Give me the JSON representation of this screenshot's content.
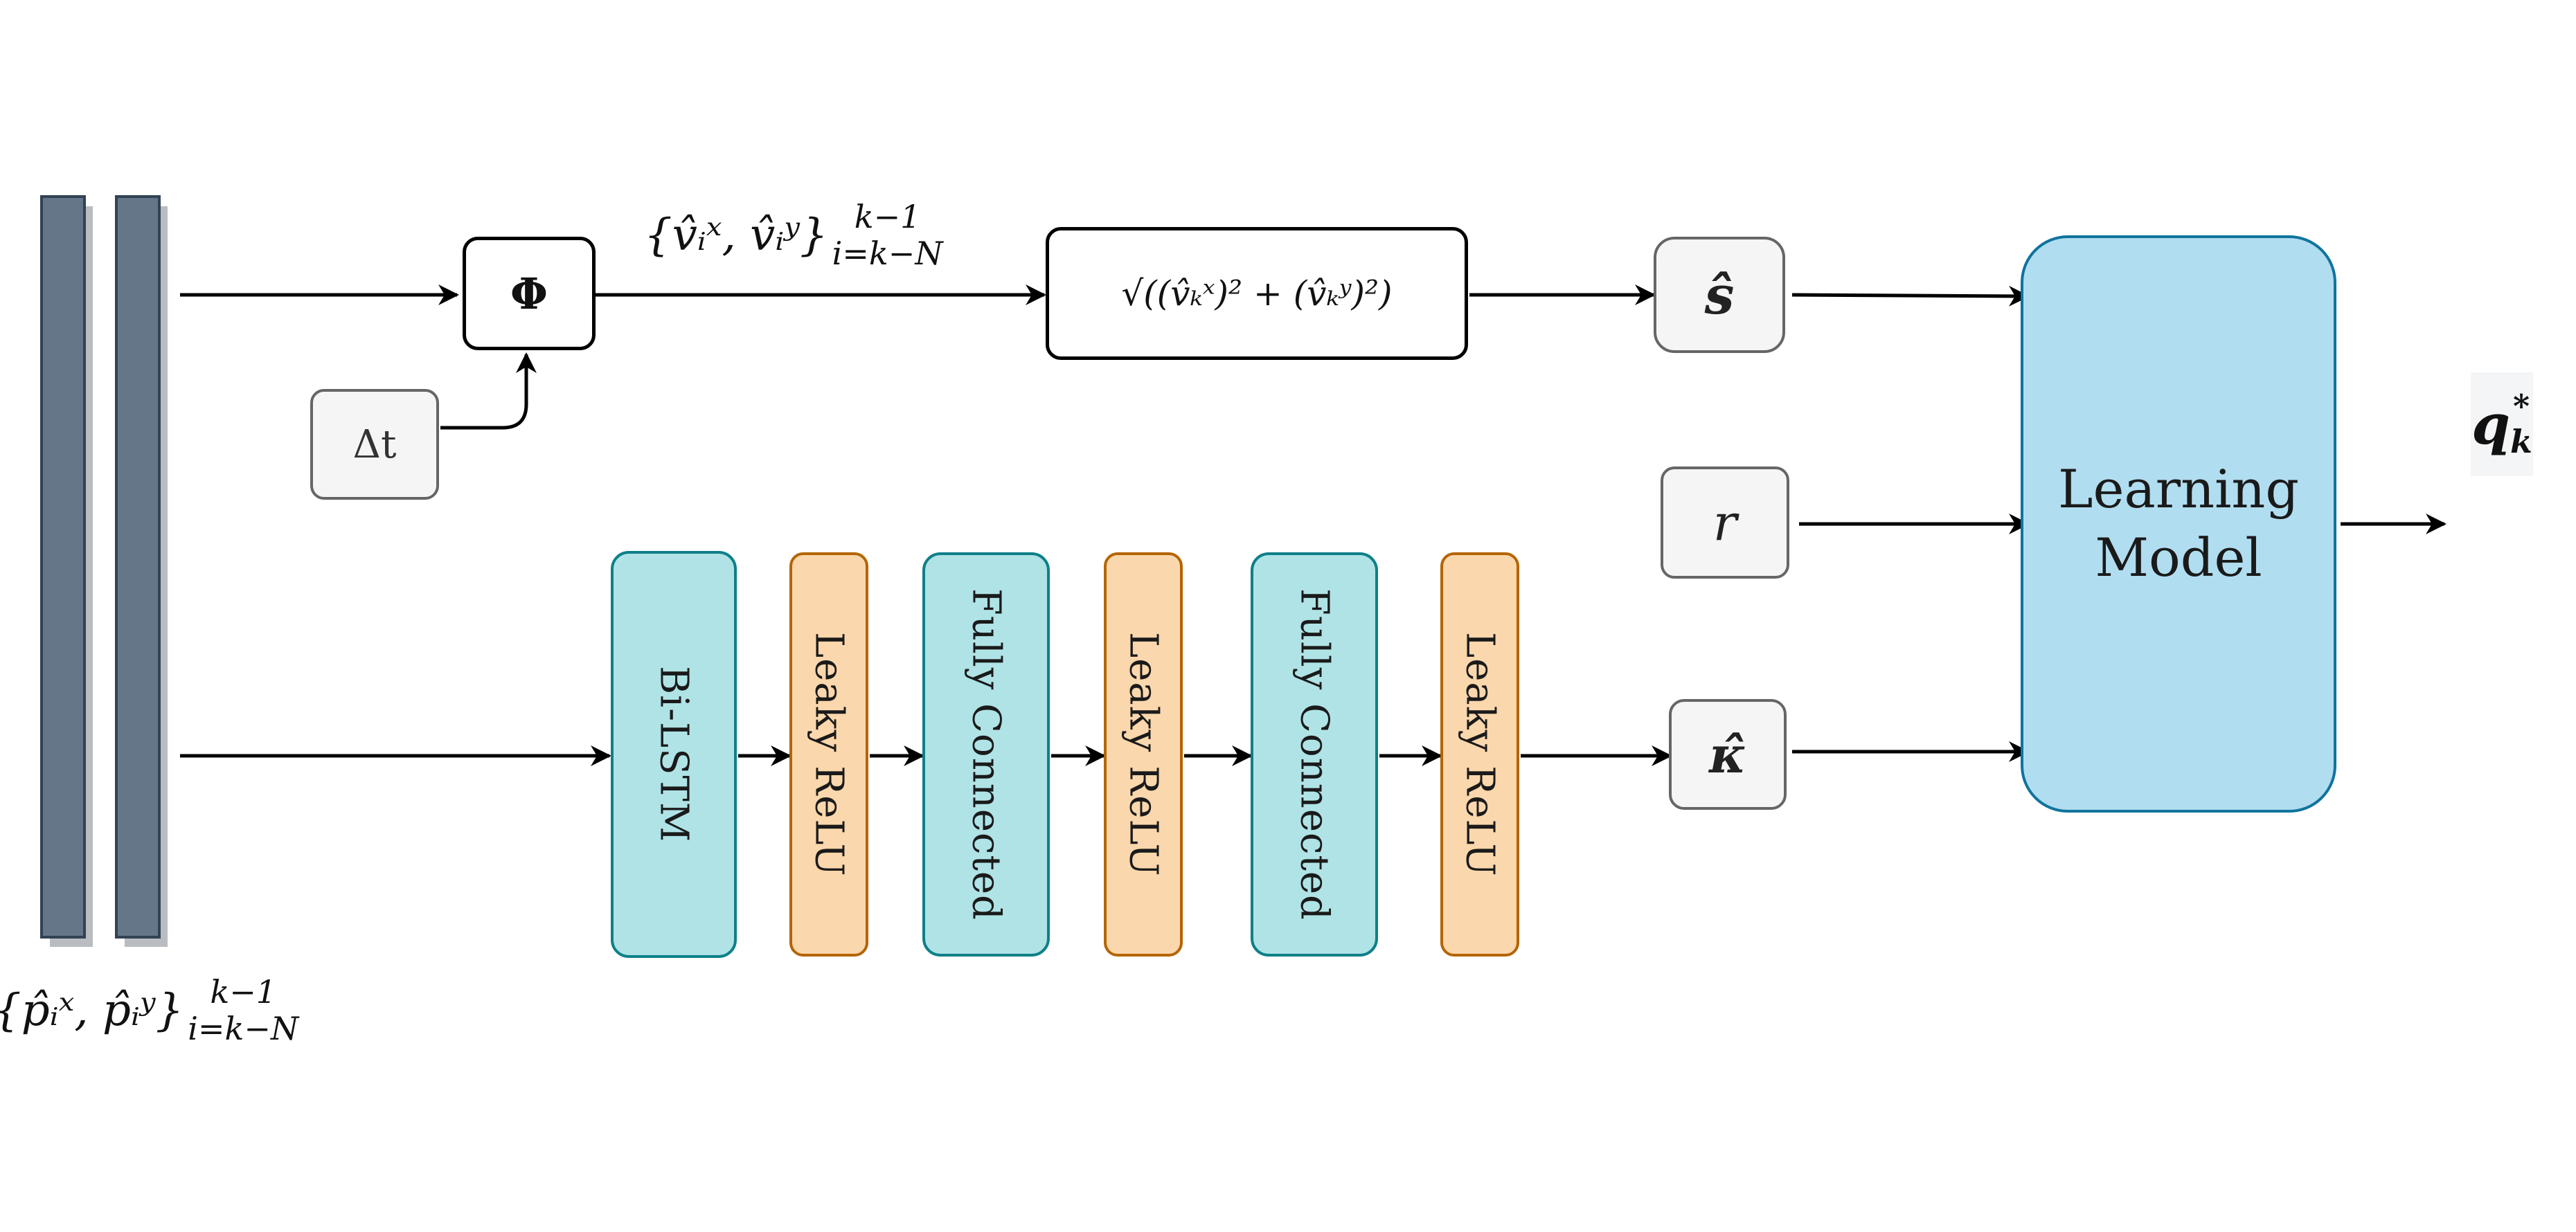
{
  "input": {
    "label_main": "{p̂ᵢˣ, p̂ᵢʸ}",
    "label_sup": "k−1",
    "label_sub": "i=k−N"
  },
  "top_branch": {
    "phi_label": "Φ",
    "dt_label": "Δt",
    "velocity_label_main": "{v̂ᵢˣ, v̂ᵢʸ}",
    "velocity_label_sup": "k−1",
    "velocity_label_sub": "i=k−N",
    "magnitude_formula": "√((v̂ₖˣ)² + (v̂ₖʸ)²)",
    "s_hat_label": "ŝ"
  },
  "middle_branch": {
    "r_label": "r"
  },
  "bottom_branch": {
    "layers": [
      {
        "label": "Bi-LSTM",
        "type": "lstm"
      },
      {
        "label": "Leaky ReLU",
        "type": "activation"
      },
      {
        "label": "Fully Connected",
        "type": "dense"
      },
      {
        "label": "Leaky ReLU",
        "type": "activation"
      },
      {
        "label": "Fully Connected",
        "type": "dense"
      },
      {
        "label": "Leaky ReLU",
        "type": "activation"
      }
    ],
    "kappa_hat_label": "κ̂"
  },
  "model": {
    "label_line1": "Learning",
    "label_line2": "Model"
  },
  "output": {
    "label": "q",
    "label_sup": "*",
    "label_sub": "k"
  },
  "colors": {
    "input_bar": "#647687",
    "input_bar_border": "#314354",
    "lstm_fill": "#b0e3e6",
    "lstm_border": "#0e8088",
    "activation_fill": "#fad7ac",
    "activation_border": "#b46504",
    "model_fill": "#b1ddf0",
    "model_border": "#10739e",
    "gray_fill": "#f5f5f5",
    "gray_border": "#666666"
  }
}
